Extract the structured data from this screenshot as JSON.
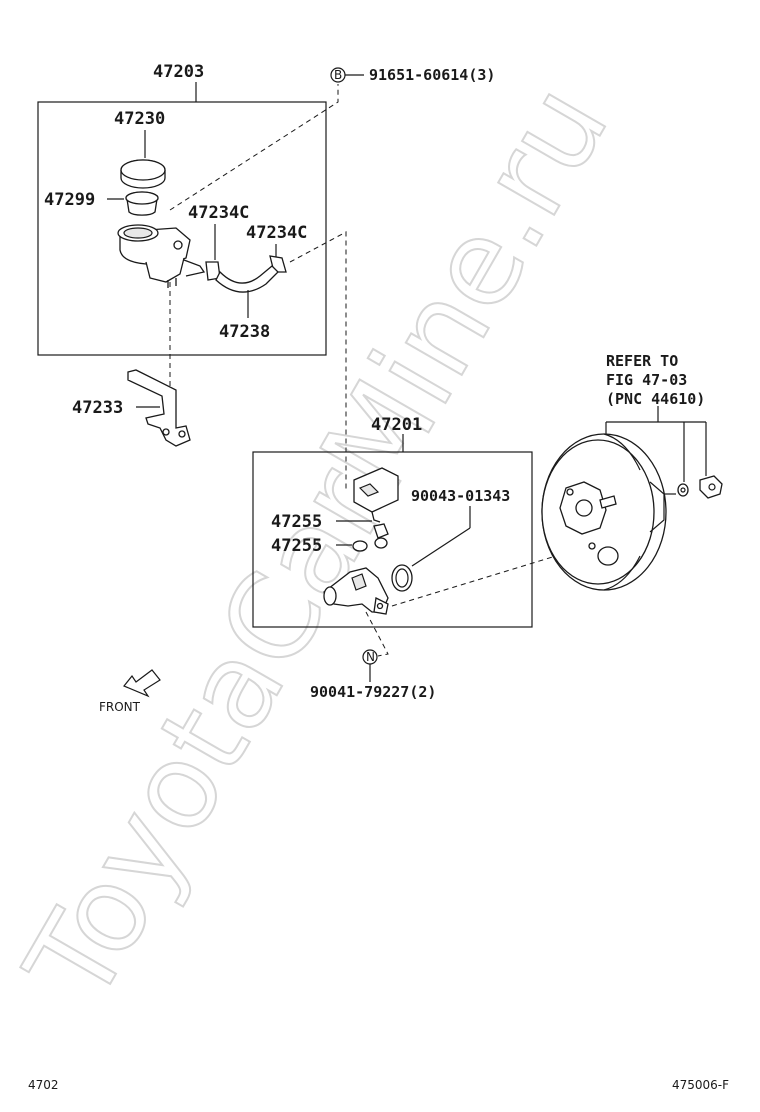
{
  "watermark": "ToyotaCarMine.ru",
  "labels": {
    "assy_reservoir": "47203",
    "cap": "47230",
    "strainer": "47299",
    "clip_a": "47234C",
    "clip_b": "47234C",
    "hose": "47238",
    "bracket": "47233",
    "master_cyl": "47201",
    "bolt_b": "91651-60614(3)",
    "oring": "90043-01343",
    "grommet_a": "47255",
    "grommet_b": "47255",
    "nut_n": "90041-79227(2)"
  },
  "markers": {
    "b": "B",
    "n": "N"
  },
  "refer": {
    "line1": "REFER TO",
    "line2": "FIG 47-03",
    "line3": "(PNC 44610)"
  },
  "front": "FRONT",
  "footer": {
    "left": "4702",
    "right": "475006-F"
  }
}
